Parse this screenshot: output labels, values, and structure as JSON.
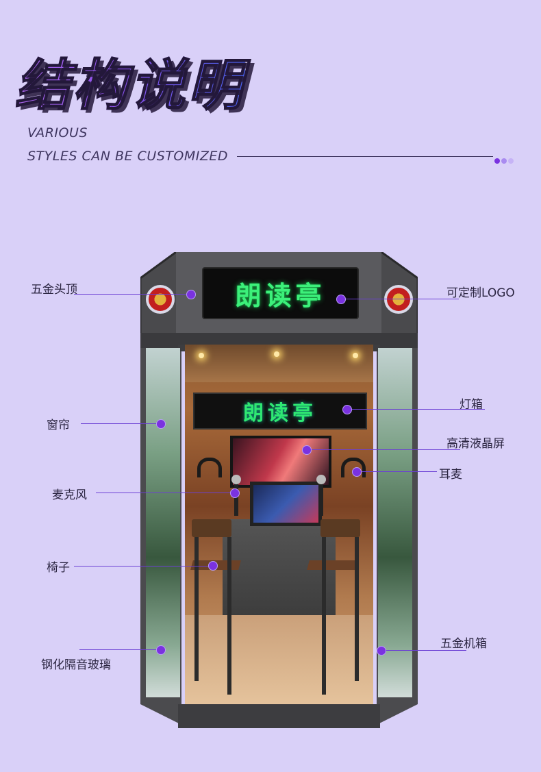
{
  "header": {
    "title": "结构说明",
    "subtitle_line1": "VARIOUS",
    "subtitle_line2": "STYLES CAN BE CUSTOMIZED"
  },
  "booth": {
    "sign_text": "朗读亭",
    "inner_sign_text": "朗读亭"
  },
  "labels": {
    "hardware_top": "五金头顶",
    "custom_logo": "可定制LOGO",
    "light_box": "灯箱",
    "curtain": "窗帘",
    "hd_lcd": "高清液晶屏",
    "headphones": "耳麦",
    "microphone": "麦克风",
    "chair": "椅子",
    "hardware_cabinet": "五金机箱",
    "tempered_glass": "钢化隔音玻璃"
  },
  "colors": {
    "background": "#d9d0f8",
    "accent": "#7a32e0",
    "sign_green": "#3cf07a"
  }
}
